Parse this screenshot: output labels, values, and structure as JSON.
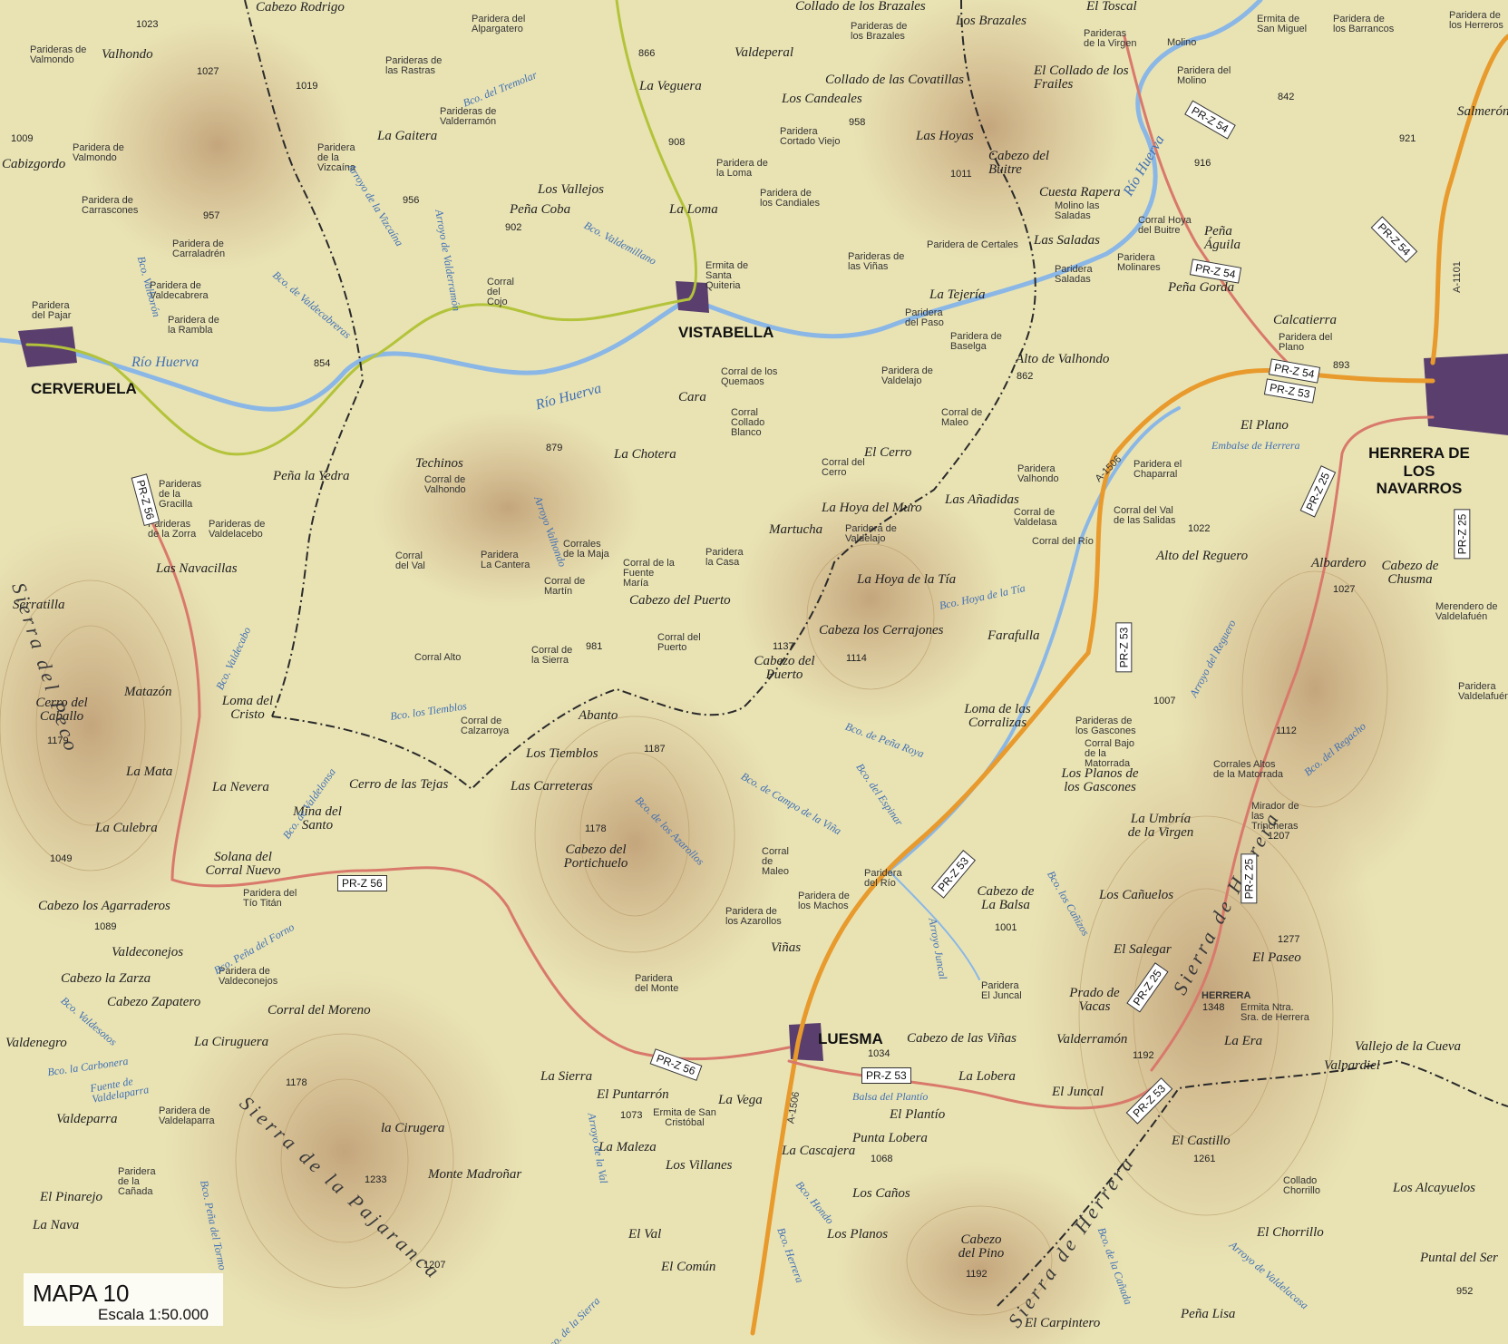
{
  "map": {
    "title": "MAPA 10",
    "scale_text": "Escala 1:50.000",
    "colors": {
      "paper": "#e9e3b4",
      "relief": "#c8a57a",
      "water": "#8ab7e6",
      "road": "#e89a2c",
      "trail": "#d9796c",
      "boundary": "#2a2a2a",
      "green_track": "#b3c33a",
      "town": "#5a3f6e"
    },
    "towns": [
      "VISTABELLA",
      "CERVERUELA",
      "LUESMA",
      "HERRERA DE LOS NAVARROS",
      "HERRERA"
    ],
    "places": [
      "Cabezo Rodrigo",
      "Valhondo",
      "Cabizgordo",
      "Parideras de Valmondo",
      "Paridera de Valmondo",
      "Paridera de Carrascones",
      "Paridera de Carraladrén",
      "Paridera de Valdecabrera",
      "Paridera de la Rambla",
      "Paridera del Pajar",
      "Parideras de las Rastras",
      "Parideras de Valderramón",
      "Paridera de la Vizcaína",
      "La Gaitera",
      "Paridera del Alpargatero",
      "La Veguera",
      "Valdeperal",
      "Los Vallejos",
      "Peña Coba",
      "Corral del Cojo",
      "La Loma",
      "Ermita de Santa Quiteria",
      "Paridera de la Loma",
      "Paridera de los Candiales",
      "Collado de los Brazales",
      "Parideras de los Brazales",
      "Los Brazales",
      "Collado de las Covatillas",
      "Los Candeales",
      "Paridera Cortado Viejo",
      "Las Hoyas",
      "Cabezo del Buitre",
      "Parideras de las Viñas",
      "Paridera de Certales",
      "La Tejería",
      "Paridera del Paso",
      "Paridera de Baselga",
      "Alto de Valhondo",
      "El Toscal",
      "Parideras de la Virgen",
      "Molino",
      "Paridera del Molino",
      "El Collado de los Frailes",
      "Ermita de San Miguel",
      "Paridera de los Barrancos",
      "Paridera de los Herreros",
      "Salmerón",
      "Cuesta Rapera",
      "Molino las Saladas",
      "Corral Hoya del Buitre",
      "Las Saladas",
      "Paridera Saladas",
      "Paridera Molinares",
      "Peña Águila",
      "Peña Gorda",
      "Calcatierra",
      "Paridera del Plano",
      "El Plano",
      "Embalse de Herrera",
      "Paridera el Chaparral",
      "Cara",
      "Corral de los Quemaos",
      "Corral Collado Blanco",
      "Paridera de Valdelajo",
      "Corral de Maleo",
      "La Chotera",
      "El Cerro",
      "Corral del Cerro",
      "Paridera Valhondo",
      "La Hoya del Muro",
      "Las Añadidas",
      "Corral de Valdelasa",
      "Corral del Río",
      "Corral del Val de las Salidas",
      "Alto del Reguero",
      "Albardero",
      "Cabezo de Chusma",
      "Merendero de Valdelafuén",
      "Peña la Yedra",
      "Techinos",
      "Corral de Valhondo",
      "Parideras de la Gracilla",
      "Parideras de la Zorra",
      "Parideras de Valdelacebo",
      "Las Navacillas",
      "Serratilla",
      "Corral del Val",
      "Paridera La Cantera",
      "Corrales de la Maja",
      "Corral de la Fuente María",
      "Paridera la Casa",
      "Corral de Martín",
      "Cabezo del Puerto",
      "Martucha",
      "Paridera de Valdelajo",
      "La Hoya de la Tía",
      "Cabeza los Cerrajones",
      "Farafulla",
      "Corral Alto",
      "Corral de la Sierra",
      "Corral del Puerto",
      "Cabezo del Puerto",
      "Matazón",
      "Cerro del Caballo",
      "Loma del Cristo",
      "Corral de Calzarroya",
      "Abanto",
      "Los Tiemblos",
      "Loma de las Corralizas",
      "Parideras de los Gascones",
      "Corral Bajo de la Matorrada",
      "Los Planos de los Gascones",
      "Corrales Altos de la Matorrada",
      "Mirador de las Trincheras",
      "Paridera Valdelafuén",
      "La Mata",
      "La Nevera",
      "Cerro de las Tejas",
      "Las Carreteras",
      "Mina del Santo",
      "La Culebra",
      "Cabezo del Portichuelo",
      "Corral de Maleo",
      "Paridera del Río",
      "La Umbría de la Virgen",
      "Los Cañuelos",
      "Solana del Corral Nuevo",
      "Paridera del Tío Titán",
      "Cabezo los Agarraderos",
      "Valdeconejos",
      "Paridera de Valdeconejos",
      "Cabezo la Zarza",
      "Cabezo Zapatero",
      "Paridera de los Azarollos",
      "Paridera de los Machos",
      "Viñas",
      "Cabezo de La Balsa",
      "El Salegar",
      "El Paseo",
      "Prado de Vacas",
      "Paridera El Juncal",
      "Ermita Ntra. Sra. de Herrera",
      "La Era",
      "Vallejo de la Cueva",
      "Valpardiel",
      "Valderramón",
      "Corral del Moreno",
      "La Ciruguera",
      "Valdenegro",
      "Paridera del Monte",
      "Cabezo de las Viñas",
      "La Lobera",
      "El Juncal",
      "La Sierra",
      "El Puntarrón",
      "La Vega",
      "Ermita de San Cristóbal",
      "El Plantío",
      "Punta Lobera",
      "La Cascajera",
      "El Castillo",
      "Collado Chorrillo",
      "Los Alcayuelos",
      "Fuente de Valdelaparra",
      "Valdeparra",
      "Paridera de Valdelaparra",
      "la Cirugera",
      "Monte Madroñar",
      "La Maleza",
      "Los Villanes",
      "Los Caños",
      "Paridera de la Cañada",
      "El Pinarejo",
      "La Nava",
      "El Val",
      "Los Planos",
      "Cabezo del Pino",
      "El Chorrillo",
      "Puntal del Ser",
      "El Común",
      "El Carpintero",
      "Peña Lisa"
    ],
    "ranges": [
      "Sierra del Peco",
      "Sierra de la Pajaranca",
      "Sierra de Herrera",
      "Sierra de Herrera"
    ],
    "waters": [
      "Río Huerva",
      "Río Huerva",
      "Río Huerva",
      "Bco. del Tremolar",
      "Arroyo de Valderramón",
      "Bco. Valdemillano",
      "Arroyo de la Vizcaína",
      "Bco. de Valdecabreras",
      "Bco. Valborón",
      "Bco. los Tiemblos",
      "Bco. Valdecabo",
      "Arroyo Valhondo",
      "Bco. de Valdelonsa",
      "Bco. Peña del Forno",
      "Bco. Valdesotos",
      "Bco. la Carbonera",
      "Bco. de los Azarollos",
      "Bco. de Campo de la Viña",
      "Bco. del Espinar",
      "Bco. de Peña Roya",
      "Bco. Hoya de la Tía",
      "Arroyo del Reguero",
      "Bco. del Regacho",
      "Arroyo Juncal",
      "Bco. los Cañizos",
      "Balsa del Plantío",
      "Arroyo de la Val",
      "Bco. Hondo",
      "Bco. Herrera",
      "Bco. de la Sierra",
      "Bco. Peña del Tormo",
      "Arroyo de Valdelacasa",
      "Bco. de la Cañada"
    ],
    "roads": [
      "PR-Z 54",
      "PR-Z 54",
      "PR-Z 54",
      "PR-Z 54",
      "PR-Z 53",
      "PR-Z 53",
      "PR-Z 53",
      "PR-Z 53",
      "PR-Z 53",
      "PR-Z 25",
      "PR-Z 25",
      "PR-Z 25",
      "PR-Z 25",
      "PR-Z 56",
      "PR-Z 56",
      "PR-Z 56",
      "A-1506",
      "A-1506",
      "A-1101"
    ],
    "peaks": [
      "1023",
      "1027",
      "1019",
      "1009",
      "957",
      "956",
      "866",
      "908",
      "902",
      "958",
      "1011",
      "842",
      "916",
      "921",
      "854",
      "893",
      "862",
      "879",
      "1022",
      "1027",
      "981",
      "1137",
      "1114",
      "1179",
      "1187",
      "1007",
      "1112",
      "1178",
      "1207",
      "1049",
      "1089",
      "1001",
      "1277",
      "1348",
      "1192",
      "1034",
      "1073",
      "1068",
      "1261",
      "1178",
      "1233",
      "1207",
      "1192",
      "952"
    ]
  }
}
